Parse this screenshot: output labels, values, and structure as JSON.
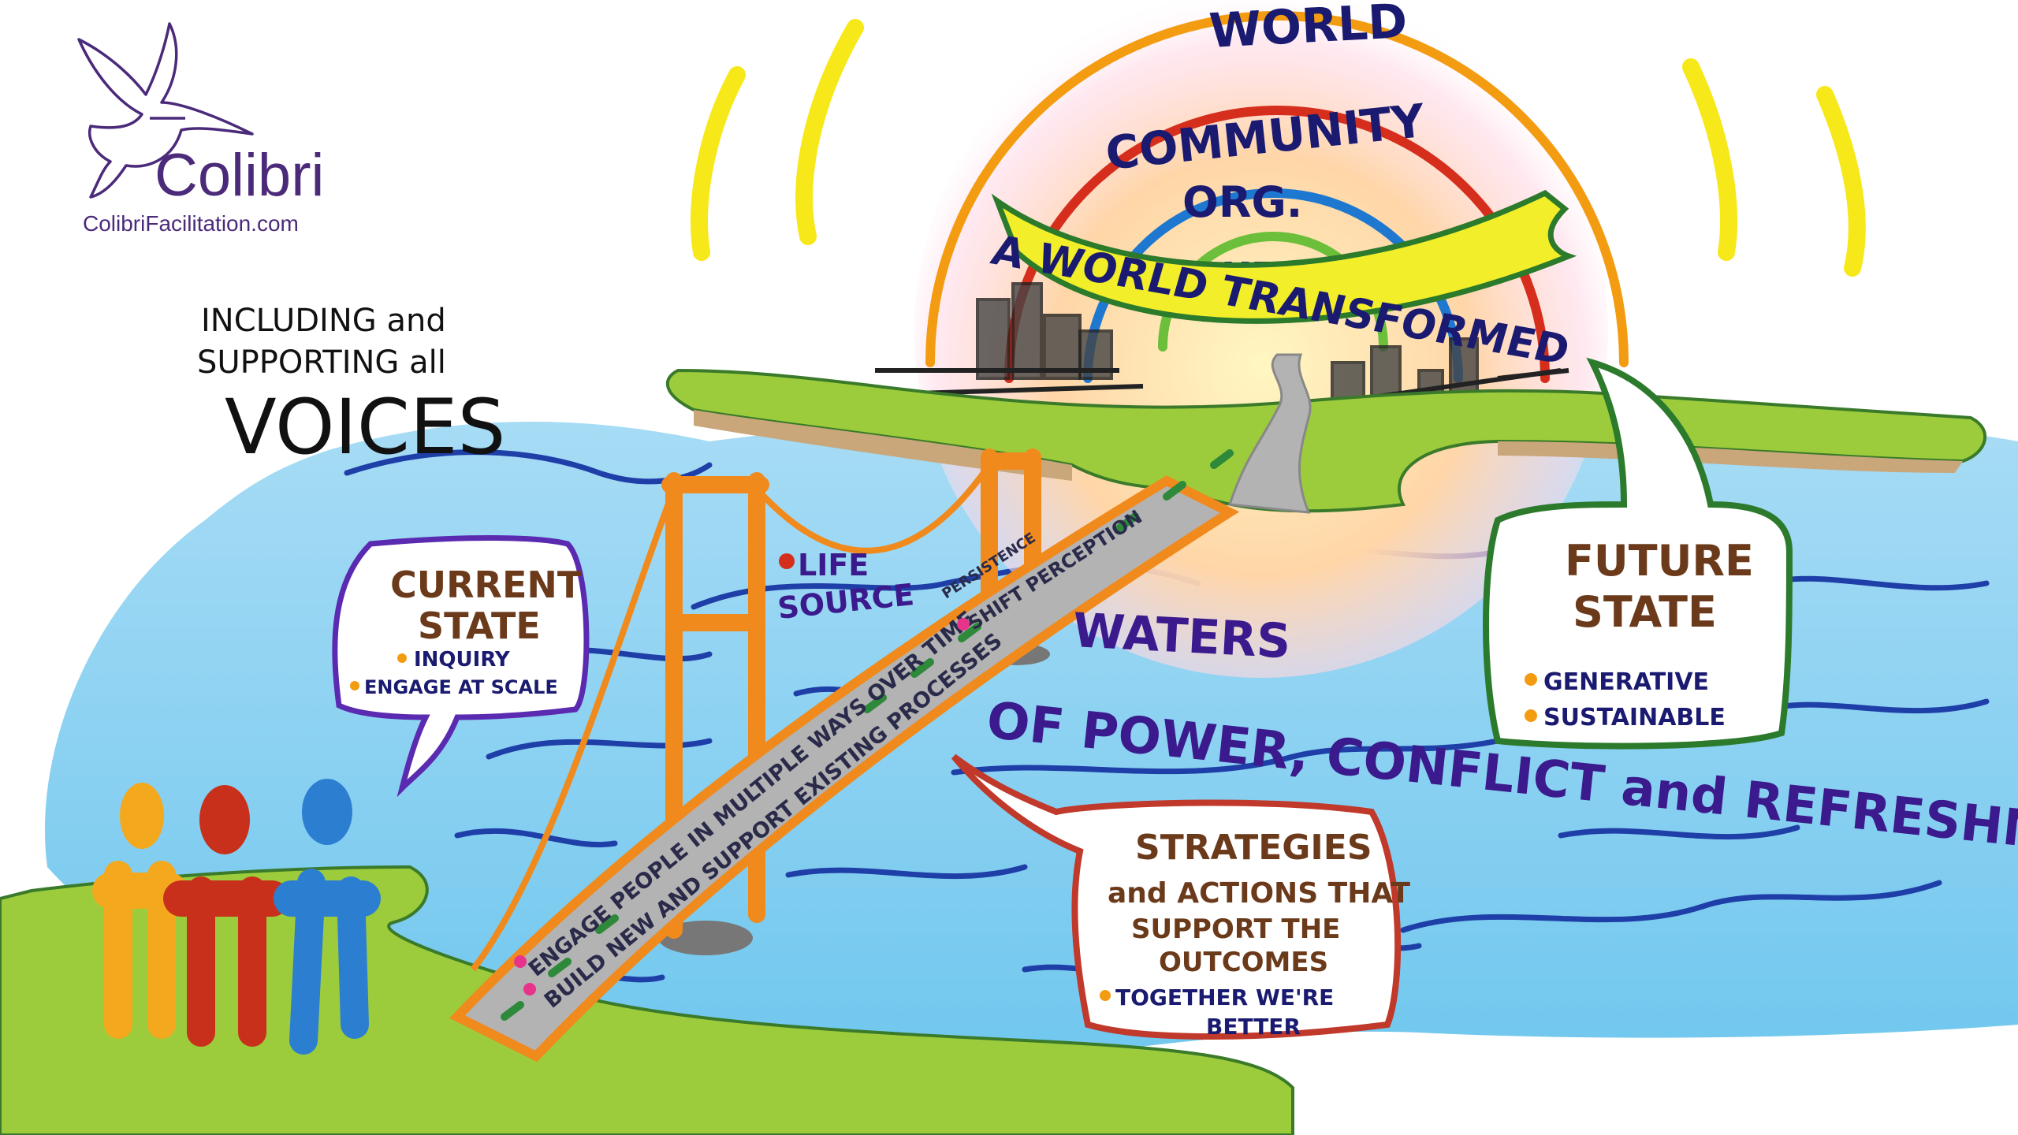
{
  "logo": {
    "name": "Colibri",
    "url": "ColibriFacilitation.com",
    "icon": "hummingbird-icon"
  },
  "voices": {
    "line1": "INCLUDING and",
    "line2": "SUPPORTING all",
    "line3": "VOICES"
  },
  "circles": {
    "world": "WORLD",
    "community": "COMMUNITY",
    "org": "ORG.",
    "me": "ME"
  },
  "banner": "A WORLD TRANSFORMED",
  "life_source": {
    "line1": "LIFE",
    "line2": "SOURCE"
  },
  "bridge": {
    "line1": "ENGAGE PEOPLE IN MULTIPLE WAYS OVER TIME",
    "line2": "BUILD NEW AND SUPPORT EXISTING PROCESSES",
    "persistence": "PERSISTENCE",
    "shift": "SHIFT PERCEPTION"
  },
  "waters": {
    "line1": "WATERS",
    "line2": "OF POWER, CONFLICT and REFRESHMENT"
  },
  "current_state": {
    "title1": "CURRENT",
    "title2": "STATE",
    "items": [
      "INQUIRY",
      "ENGAGE AT SCALE"
    ]
  },
  "future_state": {
    "title1": "FUTURE",
    "title2": "STATE",
    "items": [
      "GENERATIVE",
      "SUSTAINABLE"
    ]
  },
  "strategies": {
    "line1": "STRATEGIES",
    "line2": "and ACTIONS THAT",
    "line3": "SUPPORT THE",
    "line4": "OUTCOMES",
    "item1": "TOGETHER WE'RE",
    "item2": "BETTER"
  },
  "colors": {
    "water": "#6ec6ee",
    "water_line": "#1f3fa8",
    "land": "#9ccc3c",
    "bridge_tower": "#f08a1c",
    "road": "#b3b3b3",
    "purple_text": "#3a1a8c",
    "brown_text": "#6b3a1a",
    "current_border": "#5a2ab0",
    "future_border": "#2c7a2c",
    "strategies_border": "#c0392b",
    "banner_fill": "#f2ee2a",
    "ring_orange": "#f39c12",
    "ring_red": "#d62e1c",
    "ring_blue": "#1e78d0",
    "ring_green": "#6cbf3a",
    "sun_ray": "#f7e81a",
    "person_yellow": "#f4a81d",
    "person_red": "#c8301c",
    "person_blue": "#2c7ed1",
    "bullet_orange": "#f39c12",
    "bullet_pink": "#e8338a"
  }
}
